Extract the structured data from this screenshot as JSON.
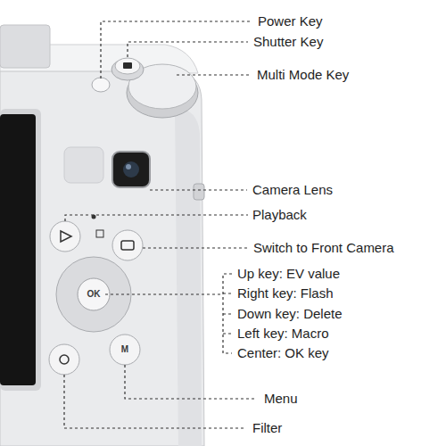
{
  "diagram": {
    "labels": [
      "Power Key",
      "Shutter Key",
      "Multi Mode Key",
      "Camera Lens",
      "Playback",
      "Switch to Front Camera",
      "Up key: EV value",
      "Right key: Flash",
      "Down key: Delete",
      "Left key: Macro",
      "Center: OK key",
      "Menu",
      "Filter",
      "OK",
      "M"
    ]
  }
}
